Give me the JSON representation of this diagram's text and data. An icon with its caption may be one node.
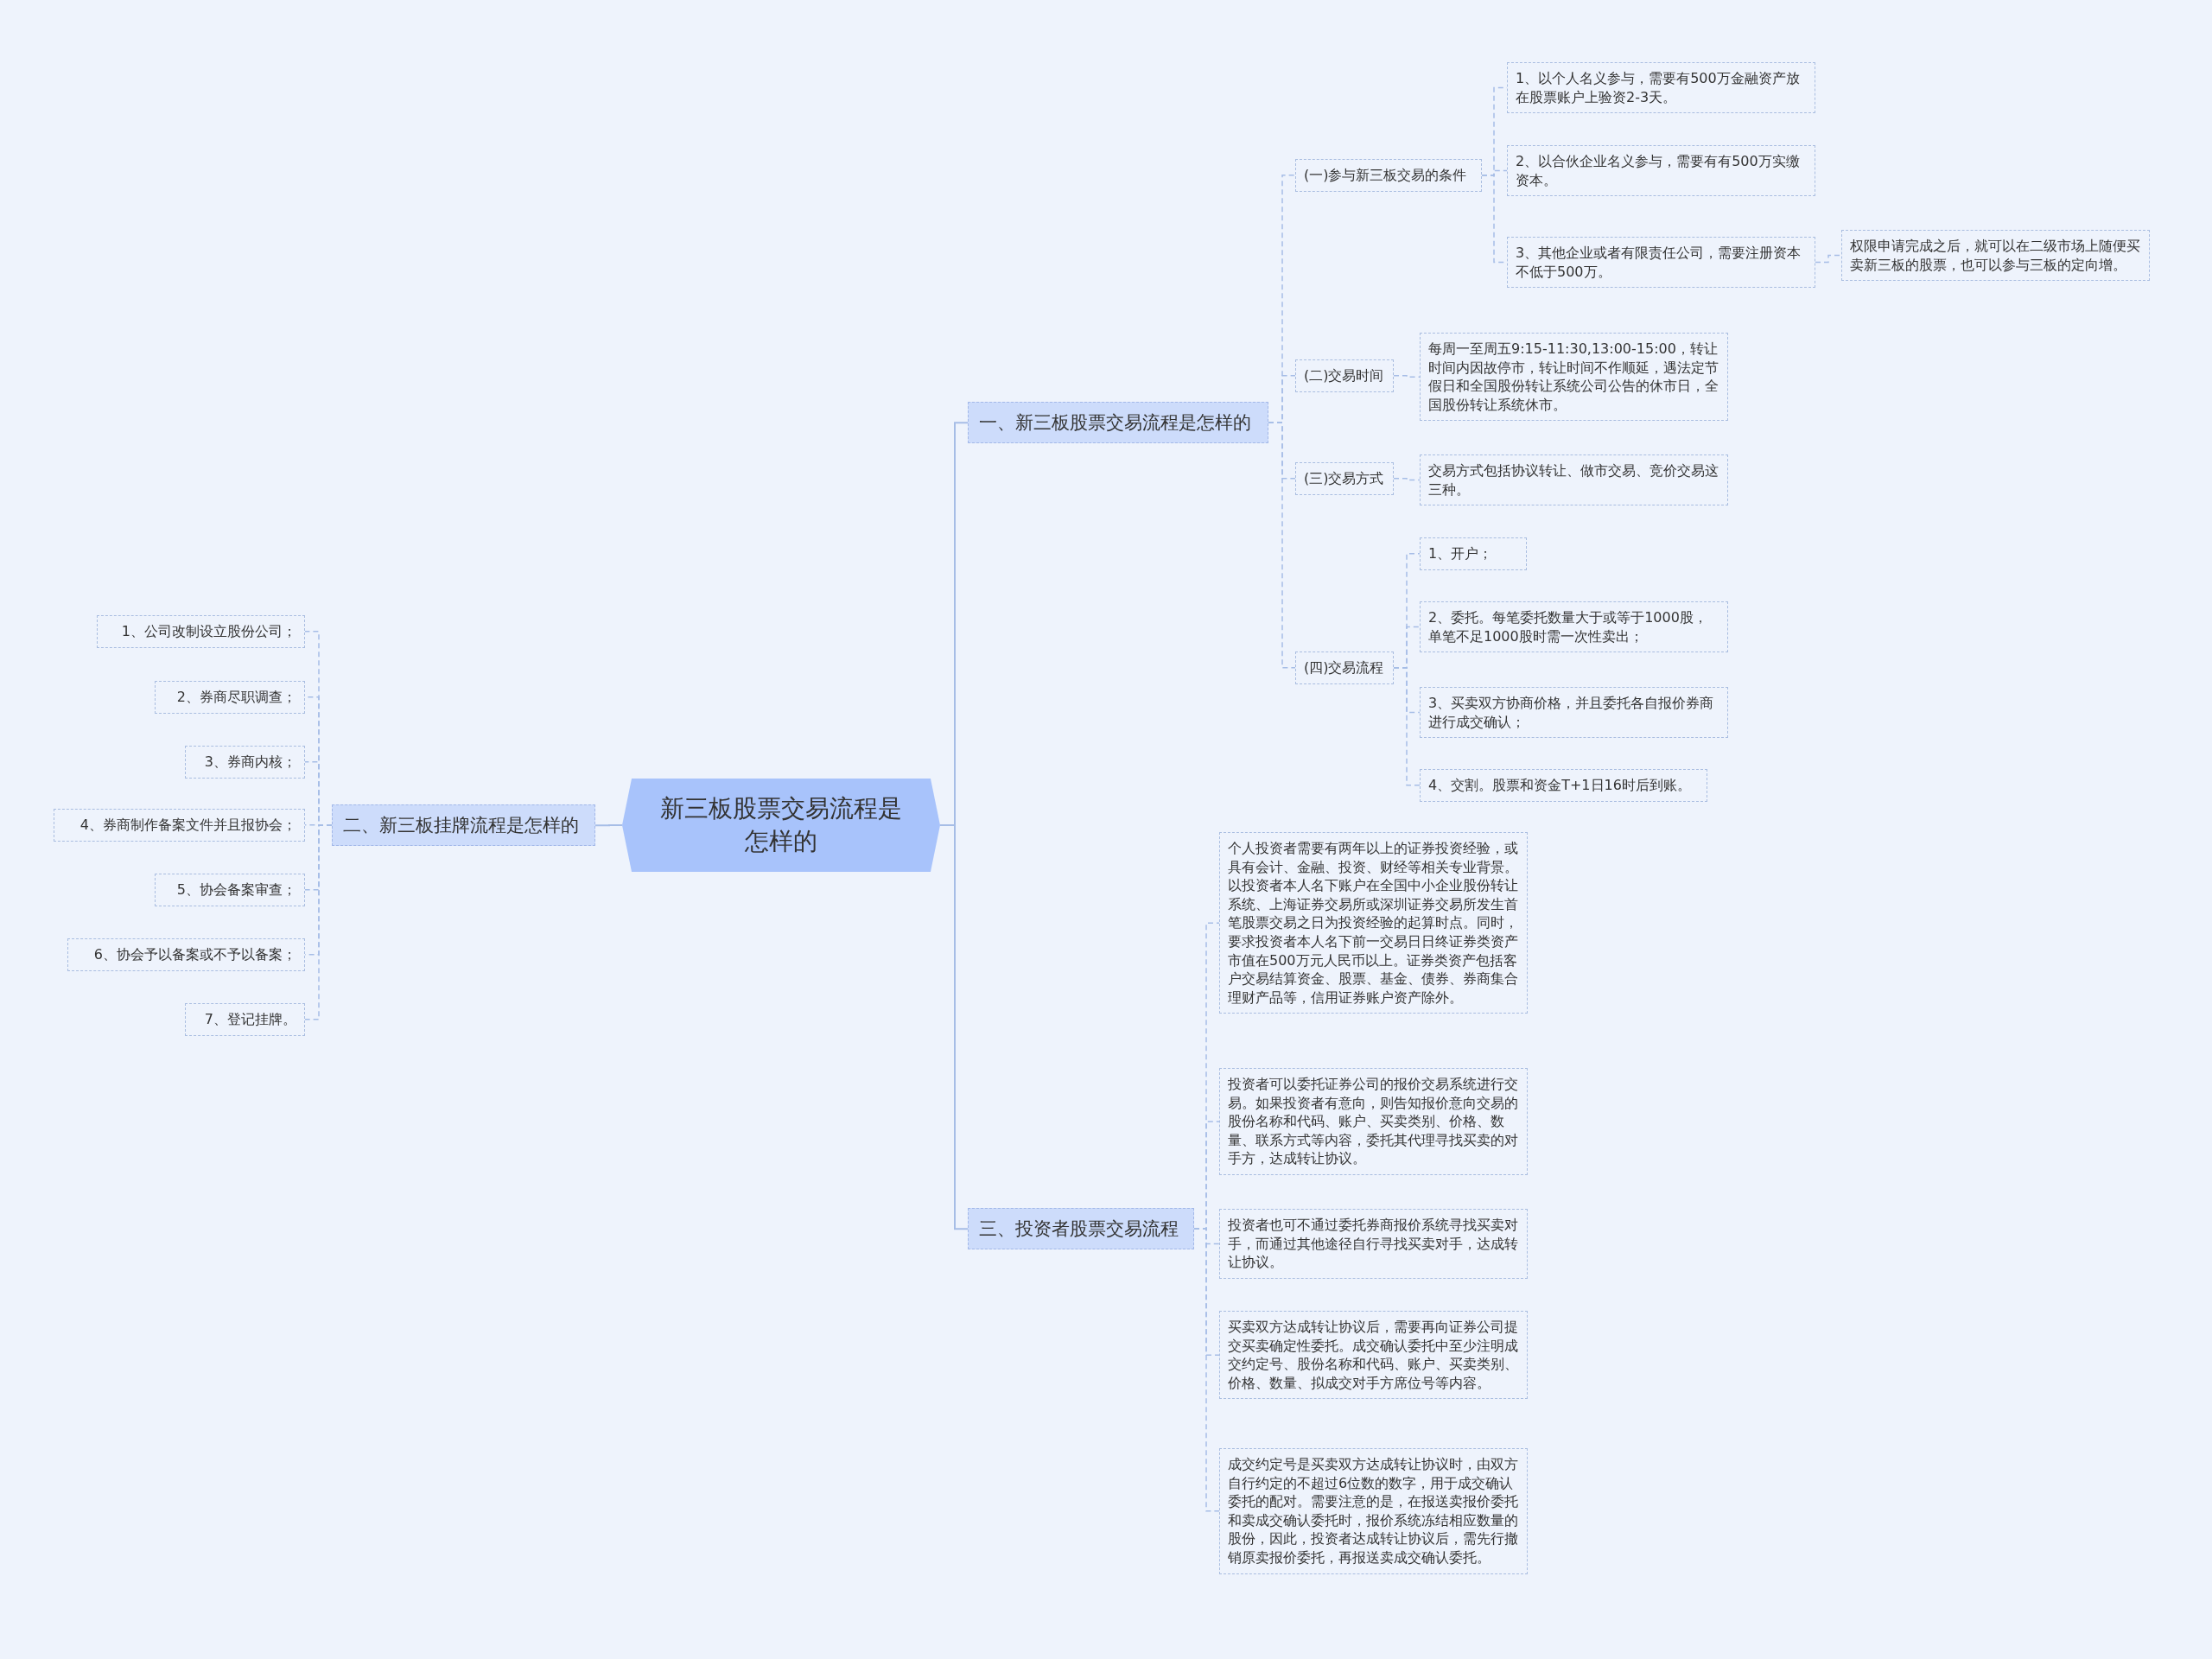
{
  "diagram": {
    "nodes": [
      {
        "text": [
          "新三板股票交易流程是怎样的"
        ]
      },
      {
        "text": [
          "一、新三板股票交易流程是怎样的"
        ]
      },
      {
        "text": [
          "(一)参与新三板交易的条件"
        ]
      },
      {
        "text": [
          "1、以个人名义参与，需要有500万金融资产放在股票账户上验资2-3天。"
        ]
      },
      {
        "text": [
          "2、以合伙企业名义参与，需要有有500万实缴资本。"
        ]
      },
      {
        "text": [
          "3、其他企业或者有限责任公司，需要注册资本不低于500万。"
        ]
      },
      {
        "text": [
          "权限申请完成之后，就可以在二级市场上随便买卖新三板的股票，也可以参与三板的定向增。"
        ]
      },
      {
        "text": [
          "(二)交易时间"
        ]
      },
      {
        "text": [
          "每周一至周五9:15-11:30,13:00-15:00，转让时间内因故停市，转让时间不作顺延，遇法定节假日和全国股份转让系统公司公告的休市日，全国股份转让系统休市。"
        ]
      },
      {
        "text": [
          "(三)交易方式"
        ]
      },
      {
        "text": [
          "交易方式包括协议转让、做市交易、竞价交易这三种。"
        ]
      },
      {
        "text": [
          "(四)交易流程"
        ]
      },
      {
        "text": [
          "1、开户；"
        ]
      },
      {
        "text": [
          "2、委托。每笔委托数量大于或等于1000股，单笔不足1000股时需一次性卖出；"
        ]
      },
      {
        "text": [
          "3、买卖双方协商价格，并且委托各自报价券商进行成交确认；"
        ]
      },
      {
        "text": [
          "4、交割。股票和资金T+1日16时后到账。"
        ]
      },
      {
        "text": [
          "二、新三板挂牌流程是怎样的"
        ]
      },
      {
        "text": [
          "1、公司改制设立股份公司；"
        ]
      },
      {
        "text": [
          "2、券商尽职调查；"
        ]
      },
      {
        "text": [
          "3、券商内核；"
        ]
      },
      {
        "text": [
          "4、券商制作备案文件并且报协会；"
        ]
      },
      {
        "text": [
          "5、协会备案审查；"
        ]
      },
      {
        "text": [
          "6、协会予以备案或不予以备案；"
        ]
      },
      {
        "text": [
          "7、登记挂牌。"
        ]
      },
      {
        "text": [
          "三、投资者股票交易流程"
        ]
      },
      {
        "text": [
          "个人投资者需要有两年以上的证券投资经验，或具有会计、金融、投资、财经等相关专业背景。以投资者本人名下账户在全国中小企业股份转让系统、上海证券交易所或深圳证券交易所发生首笔股票交易之日为投资经验的起算时点。同时，要求投资者本人名下前一交易日日终证券类资产市值在500万元人民币以上。证券类资产包括客户交易结算资金、股票、基金、债券、券商集合理财产品等，信用证券账户资产除外。"
        ]
      },
      {
        "text": [
          "投资者可以委托证券公司的报价交易系统进行交易。如果投资者有意向，则告知报价意向交易的股份名称和代码、账户、买卖类别、价格、数量、联系方式等内容，委托其代理寻找买卖的对手方，达成转让协议。"
        ]
      },
      {
        "text": [
          "投资者也可不通过委托券商报价系统寻找买卖对手，而通过其他途径自行寻找买卖对手，达成转让协议。"
        ]
      },
      {
        "text": [
          "买卖双方达成转让协议后，需要再向证券公司提交买卖确定性委托。成交确认委托中至少注明成交约定号、股份名称和代码、账户、买卖类别、价格、数量、拟成交对手方席位号等内容。"
        ]
      },
      {
        "text": [
          "成交约定号是买卖双方达成转让协议时，由双方自行约定的不超过6位数的数字，用于成交确认委托的配对。需要注意的是，在报送卖报价委托和卖成交确认委托时，报价系统冻结相应数量的股份，因此，投资者达成转让协议后，需先行撤销原卖报价委托，再报送卖成交确认委托。"
        ]
      }
    ],
    "edges": [
      {
        "from": 0,
        "to": 1,
        "arrow": "none"
      },
      {
        "from": 0,
        "to": 16,
        "arrow": "none"
      },
      {
        "from": 0,
        "to": 24,
        "arrow": "none"
      },
      {
        "from": 1,
        "to": 2,
        "arrow": "none",
        "style": "dashed"
      },
      {
        "from": 1,
        "to": 7,
        "arrow": "none",
        "style": "dashed"
      },
      {
        "from": 1,
        "to": 9,
        "arrow": "none",
        "style": "dashed"
      },
      {
        "from": 1,
        "to": 11,
        "arrow": "none",
        "style": "dashed"
      },
      {
        "from": 2,
        "to": 3,
        "arrow": "none",
        "style": "dashed"
      },
      {
        "from": 2,
        "to": 4,
        "arrow": "none",
        "style": "dashed"
      },
      {
        "from": 2,
        "to": 5,
        "arrow": "none",
        "style": "dashed"
      },
      {
        "from": 5,
        "to": 6,
        "arrow": "none",
        "style": "dashed"
      },
      {
        "from": 7,
        "to": 8,
        "arrow": "none",
        "style": "dashed"
      },
      {
        "from": 9,
        "to": 10,
        "arrow": "none",
        "style": "dashed"
      },
      {
        "from": 11,
        "to": 12,
        "arrow": "none",
        "style": "dashed"
      },
      {
        "from": 11,
        "to": 13,
        "arrow": "none",
        "style": "dashed"
      },
      {
        "from": 11,
        "to": 14,
        "arrow": "none",
        "style": "dashed"
      },
      {
        "from": 11,
        "to": 15,
        "arrow": "none",
        "style": "dashed"
      },
      {
        "from": 16,
        "to": 17,
        "arrow": "none",
        "style": "dashed"
      },
      {
        "from": 16,
        "to": 18,
        "arrow": "none",
        "style": "dashed"
      },
      {
        "from": 16,
        "to": 19,
        "arrow": "none",
        "style": "dashed"
      },
      {
        "from": 16,
        "to": 20,
        "arrow": "none",
        "style": "dashed"
      },
      {
        "from": 16,
        "to": 21,
        "arrow": "none",
        "style": "dashed"
      },
      {
        "from": 16,
        "to": 22,
        "arrow": "none",
        "style": "dashed"
      },
      {
        "from": 16,
        "to": 23,
        "arrow": "none",
        "style": "dashed"
      },
      {
        "from": 24,
        "to": 25,
        "arrow": "none",
        "style": "dashed"
      },
      {
        "from": 24,
        "to": 26,
        "arrow": "none",
        "style": "dashed"
      },
      {
        "from": 24,
        "to": 27,
        "arrow": "none",
        "style": "dashed"
      },
      {
        "from": 24,
        "to": 28,
        "arrow": "none",
        "style": "dashed"
      },
      {
        "from": 24,
        "to": 29,
        "arrow": "none",
        "style": "dashed"
      }
    ]
  }
}
